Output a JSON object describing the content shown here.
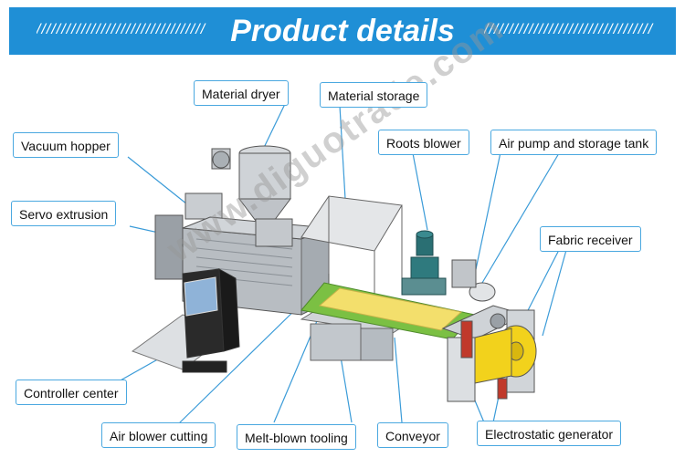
{
  "header": {
    "title": "Product details",
    "stripes": "//////////////////////////////////"
  },
  "watermark": "www.diguotrade.com",
  "callouts": {
    "material_dryer": "Material dryer",
    "material_storage": "Material storage",
    "vacuum_hopper": "Vacuum hopper",
    "roots_blower": "Roots blower",
    "air_pump_storage_tank": "Air pump and storage tank",
    "servo_extrusion": "Servo extrusion",
    "fabric_receiver": "Fabric receiver",
    "controller_center": "Controller center",
    "air_blower_cutting": "Air blower cutting",
    "melt_blown_tooling": "Melt-blown tooling",
    "conveyor": "Conveyor",
    "electrostatic_generator": "Electrostatic generator"
  },
  "colors": {
    "banner": "#1f8fd6",
    "callout_border": "#4aa8e0",
    "leader_line": "#3a9bd8",
    "machine_gray": "#bfc3c8",
    "machine_dark": "#2a2a2a",
    "conveyor_green": "#7bc043",
    "fabric_yellow": "#f3df6c",
    "roll_yellow": "#f2d21c",
    "blower_teal": "#2a6f73",
    "panel_red": "#c0392b"
  }
}
